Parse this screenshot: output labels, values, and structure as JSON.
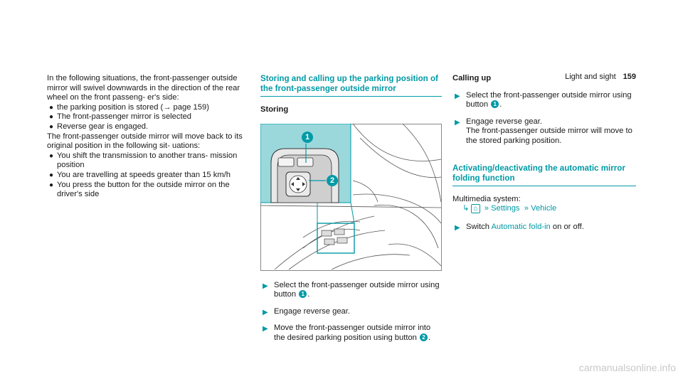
{
  "header": {
    "section": "Light and sight",
    "page": "159"
  },
  "col1": {
    "intro": "In the following situations, the front-passenger outside mirror will swivel downwards in the direction of the rear wheel on the front passeng- er's side:",
    "conditions": [
      "the parking position is stored (→ page 159)",
      "The front-passenger mirror is selected",
      "Reverse gear is engaged."
    ],
    "return_text": "The front-passenger outside mirror will move back to its original position in the following sit- uations:",
    "return_conditions": [
      "You shift the transmission to another trans- mission position",
      "You are travelling at speeds greater than 15 km/h",
      "You press the button for the outside mirror on the driver's side"
    ]
  },
  "col2": {
    "heading": "Storing and calling up the parking position of the front-passenger outside mirror",
    "subheading": "Storing",
    "figure_labels": [
      "1",
      "2"
    ],
    "steps": [
      {
        "text": "Select the front-passenger outside mirror using button",
        "num": "1",
        "end": "."
      },
      {
        "text": "Engage reverse gear.",
        "num": "",
        "end": ""
      },
      {
        "text": "Move the front-passenger outside mirror into the desired parking position using button",
        "num": "2",
        "end": "."
      }
    ]
  },
  "col3": {
    "subheading": "Calling up",
    "steps": [
      {
        "text": "Select the front-passenger outside mirror using button",
        "num": "1",
        "end": "."
      },
      {
        "text": "Engage reverse gear.",
        "num": "",
        "end": ""
      },
      {
        "text": "The front-passenger outside mirror will move to the stored parking position.",
        "num": "",
        "end": ""
      }
    ],
    "heading2": "Activating/deactivating the automatic mirror folding function",
    "system_label": "Multimedia system:",
    "nav": {
      "arrow": "↳",
      "home_icon": "⌂",
      "sep": "»",
      "item1": "Settings",
      "item2": "Vehicle"
    },
    "switch_step": {
      "pre": "Switch",
      "link": "Automatic fold-in",
      "post": "on or off."
    }
  },
  "footer": {
    "watermark": "carmanualsonline.info"
  },
  "colors": {
    "accent": "#009aa6",
    "figure_panel": "#9ad8dc"
  }
}
